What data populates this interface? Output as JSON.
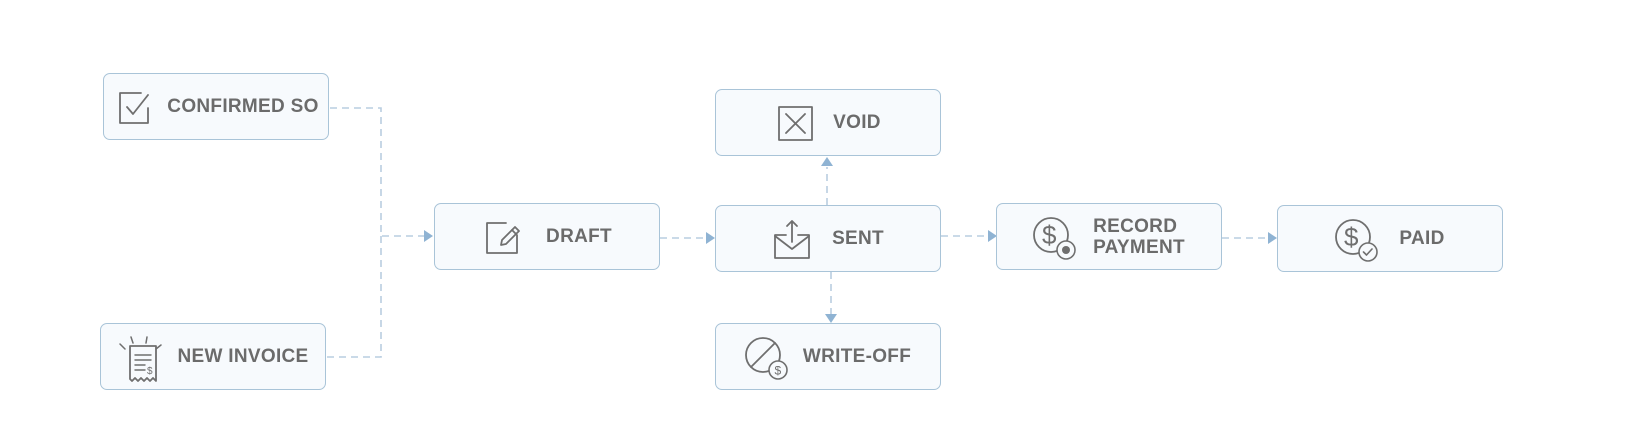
{
  "diagram": {
    "nodes": {
      "confirmed_so": {
        "label": "CONFIRMED SO",
        "icon": "checkbox-icon"
      },
      "new_invoice": {
        "label": "NEW INVOICE",
        "icon": "receipt-icon"
      },
      "draft": {
        "label": "DRAFT",
        "icon": "edit-icon"
      },
      "void": {
        "label": "VOID",
        "icon": "close-box-icon"
      },
      "sent": {
        "label": "SENT",
        "icon": "envelope-upload-icon"
      },
      "write_off": {
        "label": "WRITE-OFF",
        "icon": "write-off-icon"
      },
      "record_payment": {
        "label": "RECORD\nPAYMENT",
        "icon": "payment-record-icon"
      },
      "paid": {
        "label": "PAID",
        "icon": "payment-check-icon"
      }
    },
    "edges": [
      {
        "from": "confirmed_so",
        "to": "draft"
      },
      {
        "from": "new_invoice",
        "to": "draft"
      },
      {
        "from": "draft",
        "to": "sent"
      },
      {
        "from": "sent",
        "to": "void"
      },
      {
        "from": "sent",
        "to": "write_off"
      },
      {
        "from": "sent",
        "to": "record_payment"
      },
      {
        "from": "record_payment",
        "to": "paid"
      }
    ],
    "colors": {
      "node_border": "#a9c4d8",
      "node_fill": "#f7fafd",
      "connector": "#b9cde0",
      "arrowhead": "#8fb3d3",
      "text": "#6b6b6b"
    }
  }
}
